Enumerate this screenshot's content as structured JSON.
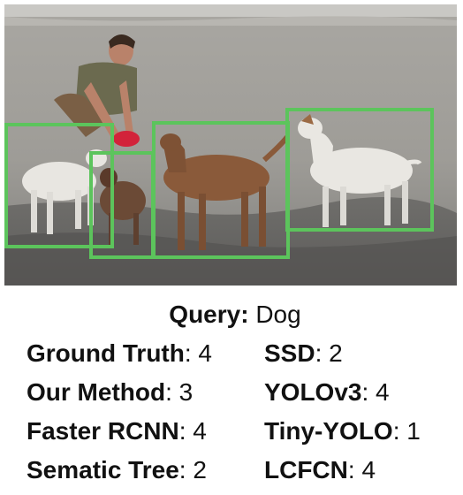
{
  "query": {
    "label": "Query:",
    "value": "Dog"
  },
  "results": [
    {
      "method": "Ground Truth",
      "count": "4"
    },
    {
      "method": "SSD",
      "count": "2"
    },
    {
      "method": "Our Method",
      "count": "3"
    },
    {
      "method": "YOLOv3",
      "count": "4"
    },
    {
      "method": "Faster RCNN",
      "count": "4"
    },
    {
      "method": "Tiny-YOLO",
      "count": "1"
    },
    {
      "method": "Sematic Tree",
      "count": "2"
    },
    {
      "method": "LCFCN",
      "count": "4"
    }
  ],
  "colors": {
    "box_stroke": "#5cc45c",
    "caption_text": "#111111"
  },
  "detections": [
    {
      "object": "dog",
      "note": "white dog, left"
    },
    {
      "object": "dog",
      "note": "small brown dog"
    },
    {
      "object": "dog",
      "note": "brown dog, center"
    },
    {
      "object": "dog",
      "note": "white dog, right"
    }
  ]
}
